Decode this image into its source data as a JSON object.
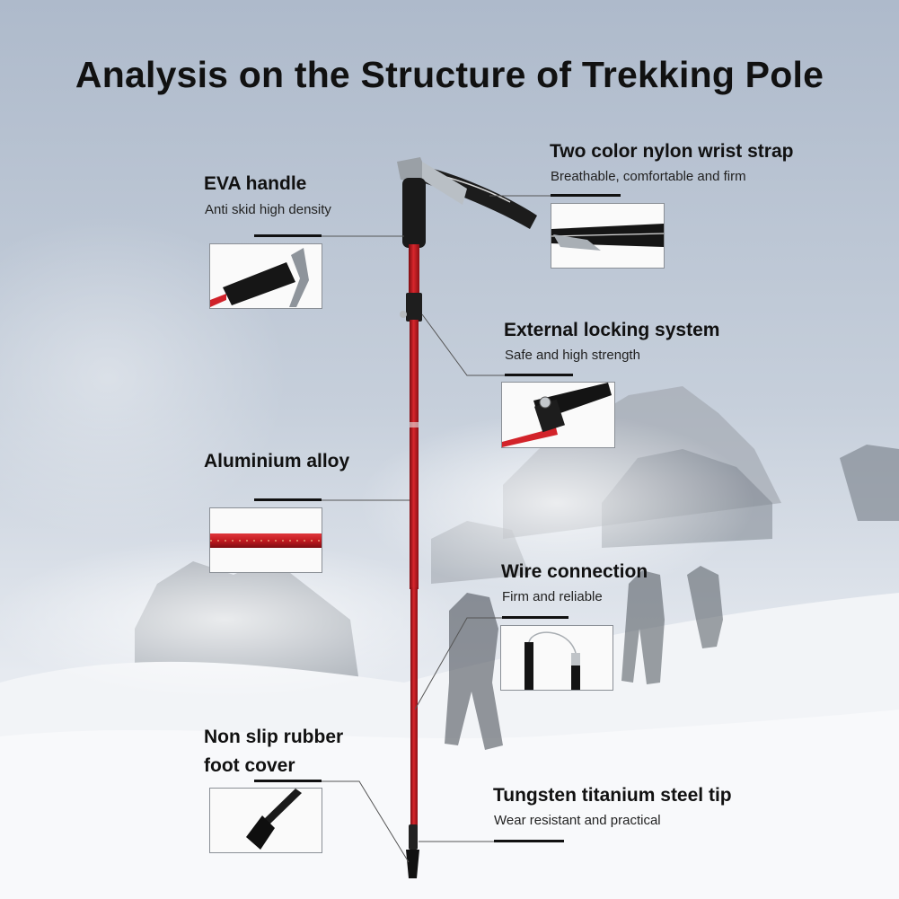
{
  "title": "Analysis on the Structure of Trekking Pole",
  "features": [
    {
      "name": "EVA handle",
      "desc": "Anti skid high density"
    },
    {
      "name": "Two color nylon wrist strap",
      "desc": "Breathable, comfortable and firm"
    },
    {
      "name": "External locking system",
      "desc": "Safe and high strength"
    },
    {
      "name": "Aluminium alloy",
      "desc": ""
    },
    {
      "name": "Wire connection",
      "desc": "Firm and reliable"
    },
    {
      "name": "Non slip rubber",
      "name2": "foot cover",
      "desc": ""
    },
    {
      "name": "Tungsten titanium steel tip",
      "desc": "Wear resistant and practical"
    }
  ],
  "colors": {
    "sky": "#b9c3d2",
    "snow": "#f4f6f9",
    "rock": "#8d939b",
    "pole_red": "#c2191f",
    "grip_black": "#1a1a1a",
    "title_text": "#111111"
  }
}
